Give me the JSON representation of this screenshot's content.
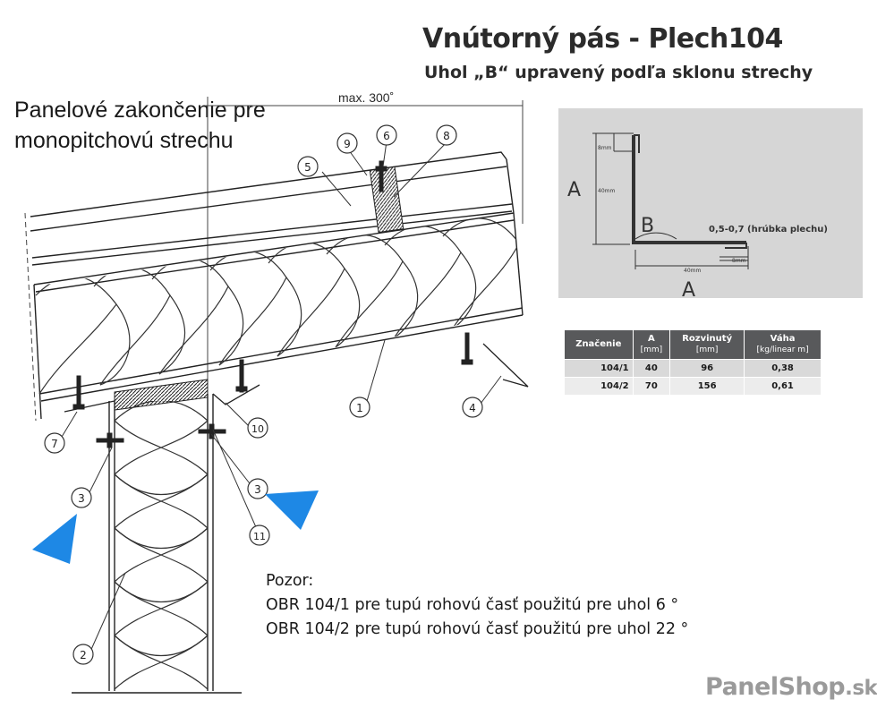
{
  "title": "Vnútorný pás - Plech104",
  "subtitle": "Uhol „B“ upravený podľa sklonu strechy",
  "heading_line1": "Panelové zakončenie pre",
  "heading_line2": "monopitchovú strechu",
  "max_dimension": "max. 300˚",
  "callouts": [
    "1",
    "2",
    "3",
    "3",
    "4",
    "5",
    "6",
    "7",
    "8",
    "9",
    "10",
    "11"
  ],
  "profile": {
    "label_a": "A",
    "label_b": "B",
    "dim_8mm": "8mm",
    "dim_40mm": "40mm",
    "thickness": "0,5-0,7 (hrúbka plechu)"
  },
  "table": {
    "headers": [
      {
        "label": "Značenie",
        "unit": ""
      },
      {
        "label": "A",
        "unit": "[mm]"
      },
      {
        "label": "Rozvinutý",
        "unit": "[mm]"
      },
      {
        "label": "Váha",
        "unit": "[kg/linear m]"
      }
    ],
    "rows": [
      {
        "mark": "104/1",
        "a": "40",
        "rozvinuty": "96",
        "vaha": "0,38"
      },
      {
        "mark": "104/2",
        "a": "70",
        "rozvinuty": "156",
        "vaha": "0,61"
      }
    ]
  },
  "notes": {
    "heading": "Pozor:",
    "line1": "OBR 104/1 pre tupú rohovú časť použitú pre uhol 6 °",
    "line2": "OBR 104/2 pre tupú rohovú časť použitú pre uhol 22 °"
  },
  "watermark": {
    "name": "PanelShop",
    "tld": ".sk"
  },
  "colors": {
    "arrow": "#1e88e5",
    "header_bg": "#58595b",
    "panel_bg": "#d6d6d6"
  }
}
